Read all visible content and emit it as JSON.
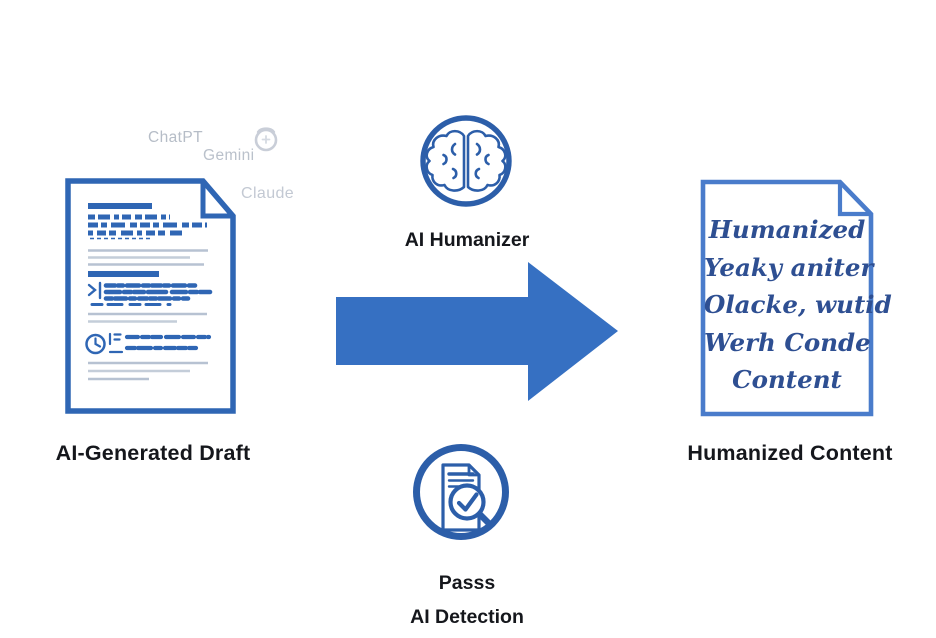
{
  "colors": {
    "primary": "#3670c2",
    "dark": "#2c5ea9",
    "doc_left": "#2f66b4",
    "doc_right": "#4a7ccb",
    "ink": "#2e4f92",
    "gray_line": "#b7c2d2",
    "label": "#15171c",
    "faded": "#b6bdc7"
  },
  "left": {
    "label": "AI-Generated Draft",
    "faded_model_names": [
      "ChatPT",
      "Gemini",
      "Claude"
    ]
  },
  "process": {
    "humanizer_label": "AI Humanizer",
    "detection_lines": [
      "Passs",
      "AI Detection"
    ]
  },
  "right": {
    "label": "Humanized Content",
    "handwritten_lines": [
      "Humanized",
      "Yeaky aniter",
      "Olacke, wutid",
      "Werh Conde",
      "Content"
    ]
  }
}
